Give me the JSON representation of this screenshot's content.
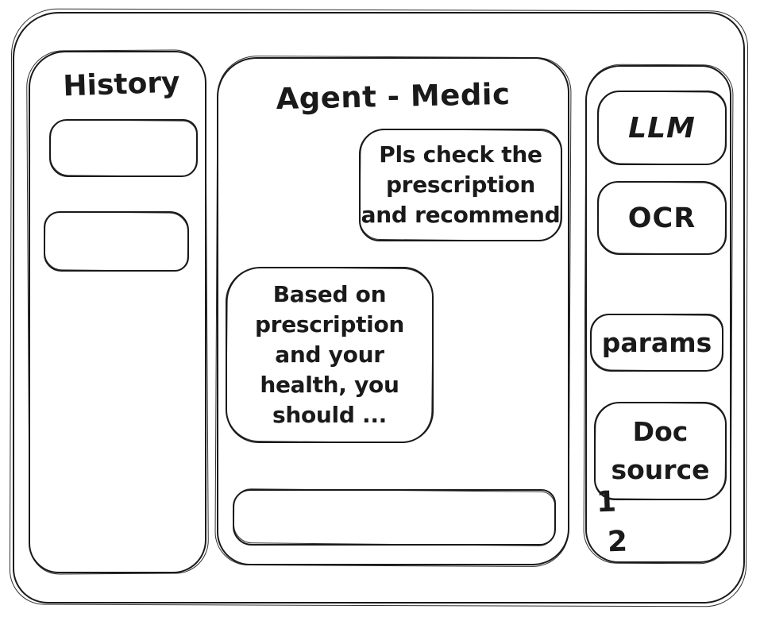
{
  "colors": {
    "ink": "#1a1a1a",
    "paper": "#ffffff"
  },
  "history": {
    "title": "History",
    "items": [
      "",
      ""
    ]
  },
  "chat": {
    "title": "Agent - Medic",
    "user_message": "Pls check the\nprescription\nand recommend",
    "assistant_message": "Based on\nprescription\nand your\nhealth, you\nshould ...",
    "input_value": ""
  },
  "tools": {
    "llm_label": "LLM",
    "ocr_label": "OCR",
    "params_label": "params",
    "doc_source_label": "Doc\nsource",
    "doc_items": [
      "1",
      "2"
    ]
  }
}
